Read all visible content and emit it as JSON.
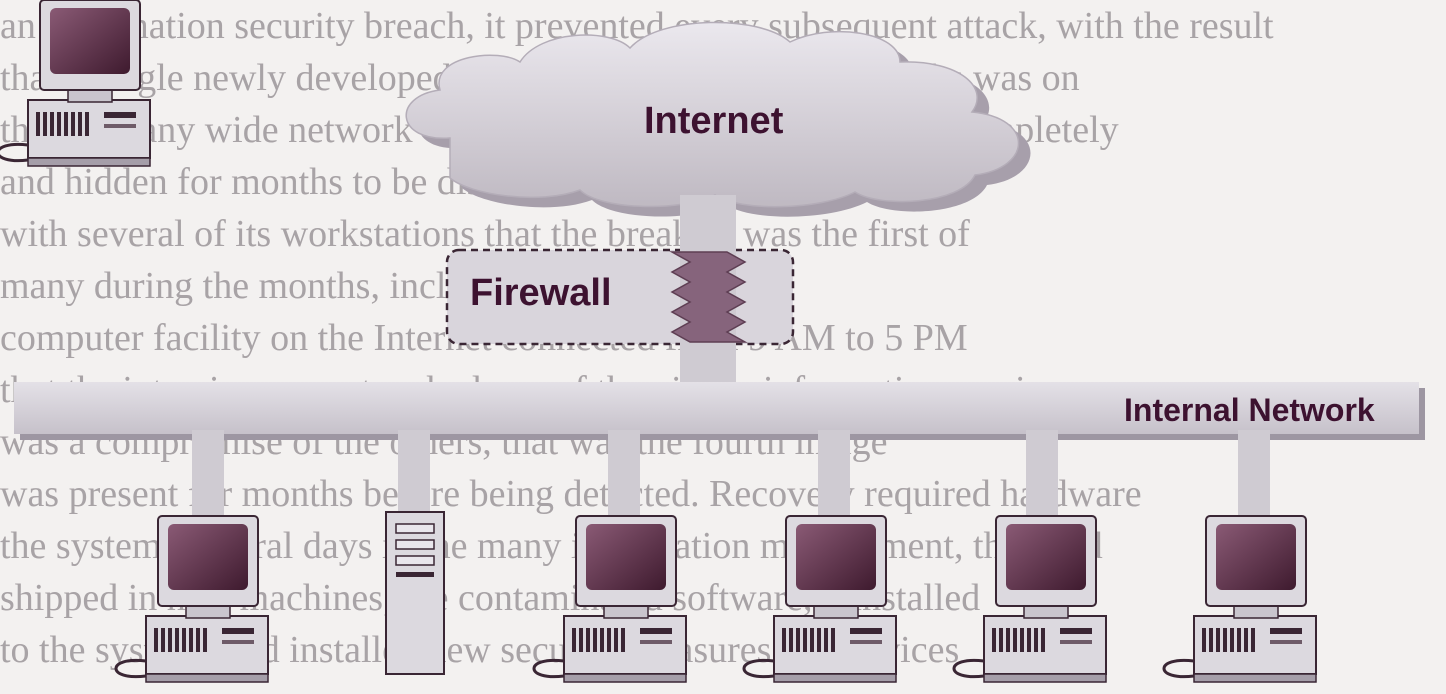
{
  "background_text": [
    "an information security breach, it prevented every subsequent attack, with the result",
    "that a single newly developed system running for many months was on",
    "the company wide network with its information compromised completely",
    "and hidden for months to be discovered at the break-in",
    "with several of its workstations that the break-in was the first of",
    "many during the months, including only eight hours",
    "computer facility on the Internet connected from 9 AM to 5 PM",
    "that the intrusion never touched any of the visible information service",
    "was a compromise of the others, that was the fourth image",
    "was present for months before being detected. Recovery required hardware",
    "the systems several days in the many information management, they had",
    "shipped in new machines, the contaminated software, reinstalled",
    "to the systems and installed new security measures and devices"
  ],
  "nodes": {
    "internet": "Internet",
    "firewall": "Firewall",
    "internal_network": "Internal Network"
  },
  "devices": [
    {
      "type": "workstation-computer"
    },
    {
      "type": "tower-server"
    },
    {
      "type": "workstation-computer"
    },
    {
      "type": "workstation-computer"
    },
    {
      "type": "workstation-computer"
    },
    {
      "type": "workstation-computer"
    }
  ],
  "colors": {
    "network": "#d6d3d9",
    "cloud": "#d8d5db",
    "firewall_box": "#d9d5dc",
    "firewall_zigzag": "#86647c",
    "label": "#3d1230",
    "computer_body": "#dcd9df",
    "monitor_screen": "#5e2f49"
  }
}
